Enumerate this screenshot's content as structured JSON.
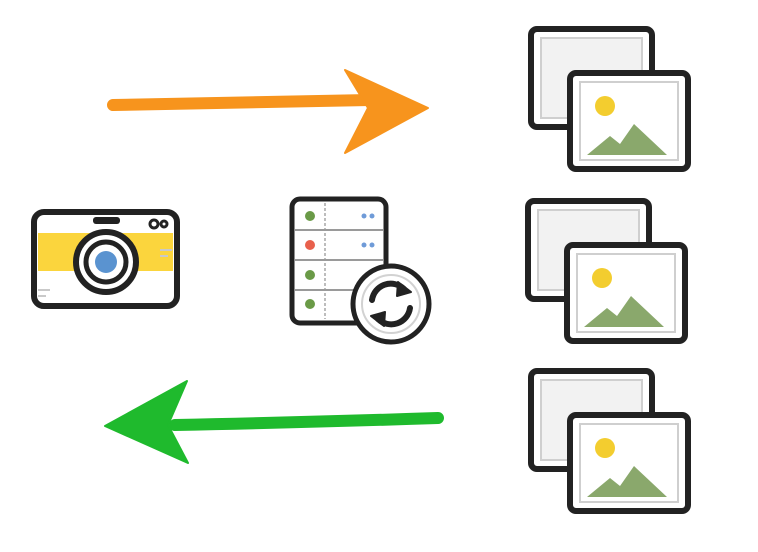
{
  "colors": {
    "outline": "#222222",
    "camera_band": "#fbd53d",
    "camera_body": "#ffffff",
    "lens": "#5a93d0",
    "photo_sun": "#f3cd2f",
    "photo_mountain": "#8aa86c",
    "photo_back_fill": "#f2f2f2",
    "photo_inner_border": "#cfcfcf",
    "arrow_upload": "#f7941d",
    "arrow_download": "#1fba2d",
    "server_dot_green": "#6a9a47",
    "server_dot_red": "#e8604c",
    "server_indicator_blue": "#6f9bd8",
    "sync_badge": "#ffffff"
  },
  "icons": {
    "camera": "camera-icon",
    "server": "server-icon",
    "sync": "sync-icon",
    "photo_stack": "photo-stack-icon",
    "arrow_upload": "arrow-right-icon",
    "arrow_download": "arrow-left-icon"
  },
  "nodes": [
    {
      "id": "camera",
      "icon": "camera-icon"
    },
    {
      "id": "server",
      "icon": "server-icon",
      "badge": "sync-icon"
    },
    {
      "id": "photos-1",
      "icon": "photo-stack-icon"
    },
    {
      "id": "photos-2",
      "icon": "photo-stack-icon"
    },
    {
      "id": "photos-3",
      "icon": "photo-stack-icon"
    }
  ],
  "edges": [
    {
      "id": "upload",
      "direction": "right",
      "color": "#f7941d"
    },
    {
      "id": "download",
      "direction": "left",
      "color": "#1fba2d"
    }
  ]
}
